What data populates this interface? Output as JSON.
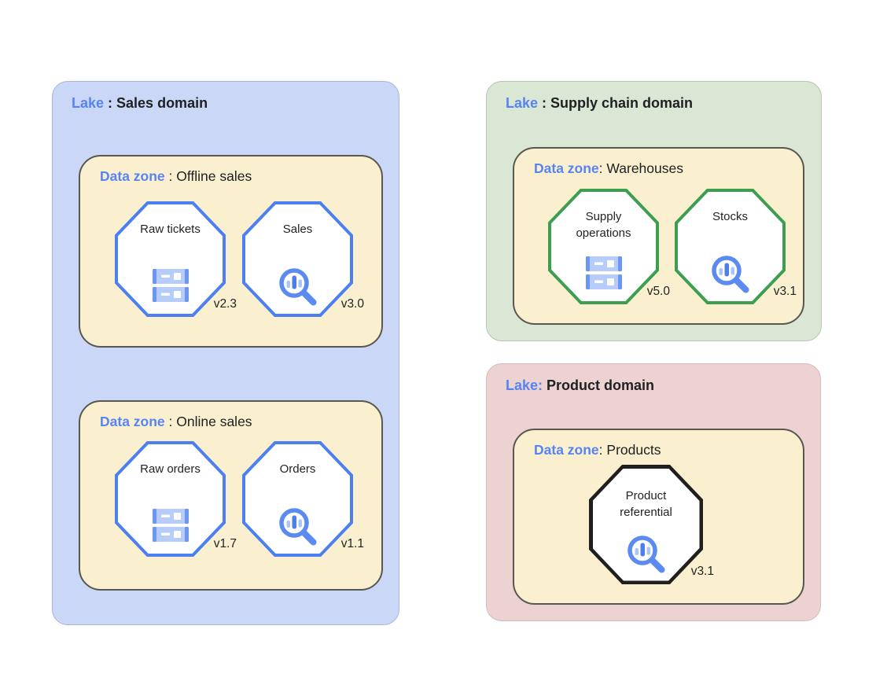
{
  "diagram": {
    "lakes": [
      {
        "title": {
          "prefix": "Lake",
          "sep": " : ",
          "name": "Sales domain"
        },
        "zones": [
          {
            "title": {
              "prefix": "Data zone",
              "sep": " : ",
              "name": "Offline sales"
            },
            "entities": [
              {
                "name": "Raw tickets",
                "icon": "storage-servers-icon",
                "version": "v2.3"
              },
              {
                "name": "Sales",
                "icon": "search-analytics-icon",
                "version": "v3.0"
              }
            ]
          },
          {
            "title": {
              "prefix": "Data zone",
              "sep": " : ",
              "name": "Online sales"
            },
            "entities": [
              {
                "name": "Raw orders",
                "icon": "storage-servers-icon",
                "version": "v1.7"
              },
              {
                "name": "Orders",
                "icon": "search-analytics-icon",
                "version": "v1.1"
              }
            ]
          }
        ]
      },
      {
        "title": {
          "prefix": "Lake",
          "sep": " : ",
          "name": "Supply chain domain"
        },
        "zones": [
          {
            "title": {
              "prefix": "Data zone",
              "sep": ": ",
              "name": "Warehouses"
            },
            "entities": [
              {
                "name": "Supply operations",
                "icon": "storage-servers-icon",
                "version": "v5.0"
              },
              {
                "name": "Stocks",
                "icon": "search-analytics-icon",
                "version": "v3.1"
              }
            ]
          }
        ]
      },
      {
        "title": {
          "prefix": "Lake:",
          "sep": " ",
          "name": "Product domain"
        },
        "zones": [
          {
            "title": {
              "prefix": "Data zone",
              "sep": ": ",
              "name": "Products"
            },
            "entities": [
              {
                "name": "Product referential",
                "icon": "search-analytics-icon",
                "version": "v3.1"
              }
            ]
          }
        ]
      }
    ],
    "colors": {
      "lake_sales_bg": "#cbd7f6",
      "lake_supply_bg": "#d9e7d4",
      "lake_product_bg": "#ecd2d1",
      "zone_bg": "#faf0cf",
      "zone_border": "#575852",
      "octagon_blue": "#4c80f1",
      "octagon_green": "#3d9e52",
      "octagon_black": "#1f1f1f",
      "label_blue": "#5784f2",
      "text_dark": "#202124",
      "icon_blue_dark": "#4c7ef0",
      "icon_blue_mid": "#6d95f3",
      "icon_blue_light": "#b6cdf9"
    }
  }
}
